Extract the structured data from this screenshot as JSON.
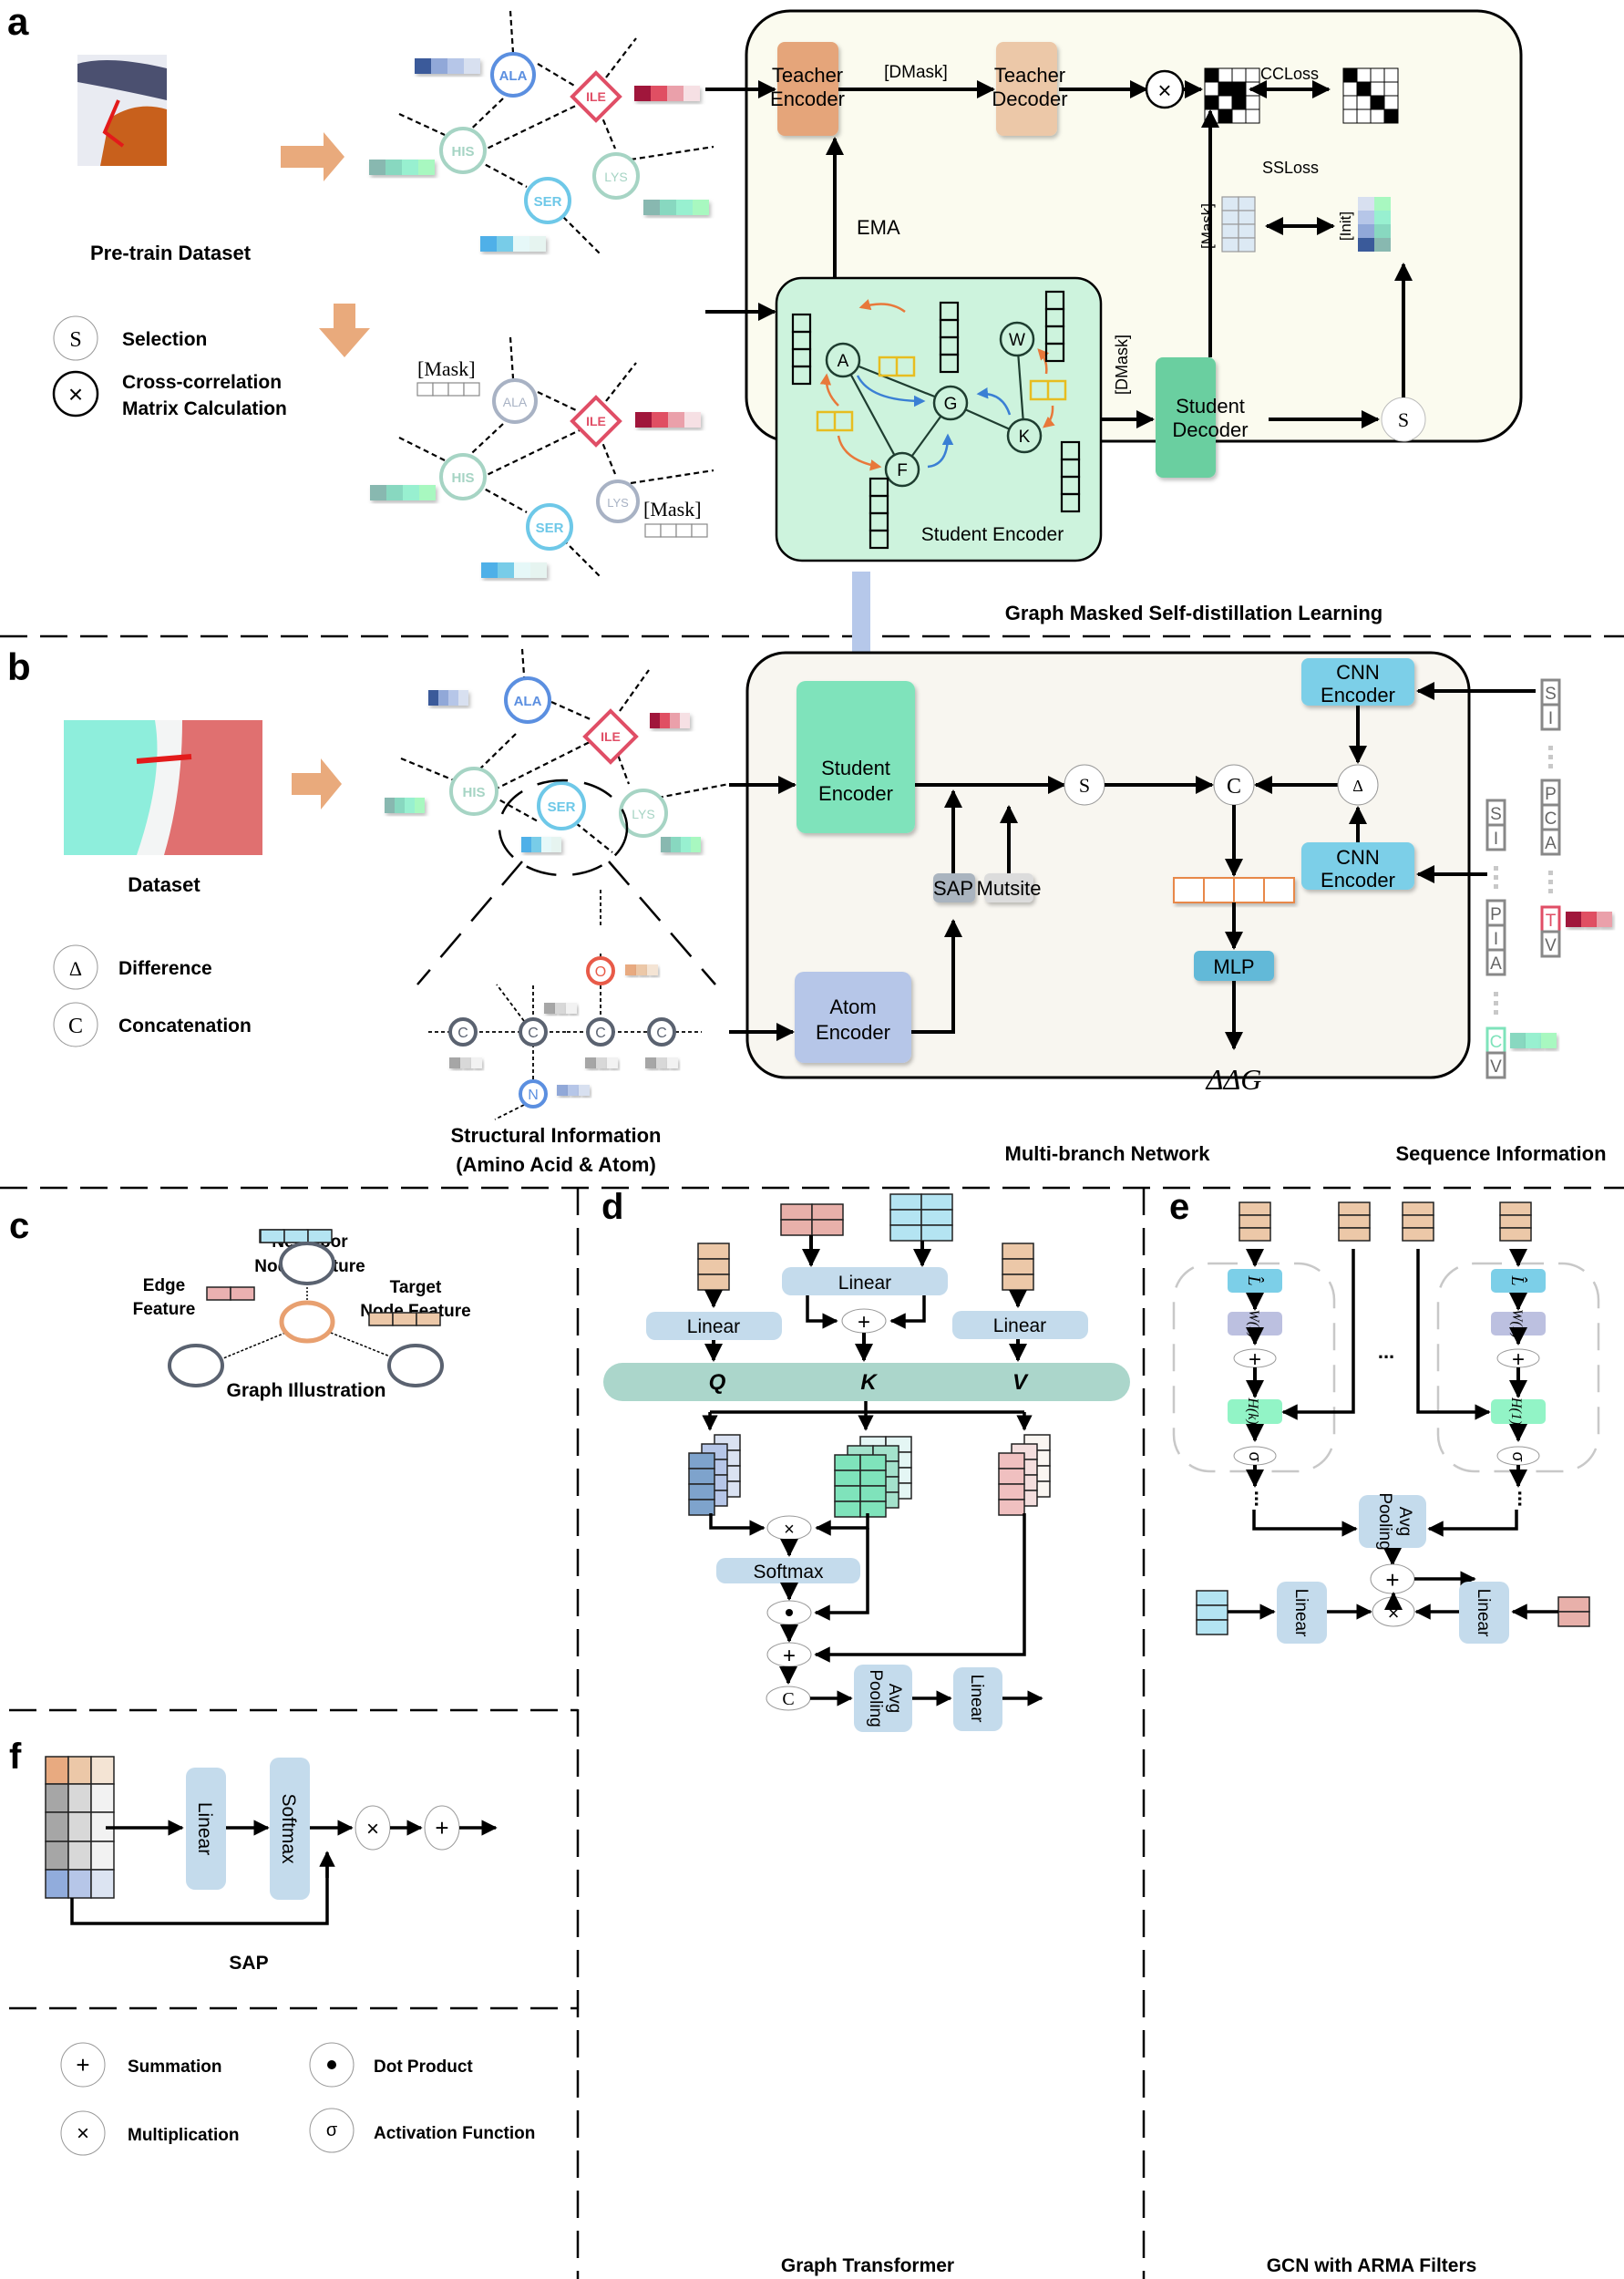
{
  "panels": {
    "a": {
      "letter": "a",
      "pretrain_label": "Pre-train Dataset",
      "legend": [
        {
          "symbol": "S",
          "label": "Selection"
        },
        {
          "symbol": "×",
          "label_line1": "Cross-correlation",
          "label_line2": "Matrix Calculation"
        }
      ],
      "graph_top": {
        "nodes": [
          "ALA",
          "ILE",
          "HIS",
          "LYS",
          "SER"
        ]
      },
      "graph_masked": {
        "nodes": [
          "ALA",
          "ILE",
          "HIS",
          "LYS",
          "SER"
        ],
        "mask_label": "[Mask]"
      },
      "teacher_encoder": "Teacher\nEncoder",
      "teacher_encoder_l1": "Teacher",
      "teacher_encoder_l2": "Encoder",
      "teacher_decoder_l1": "Teacher",
      "teacher_decoder_l2": "Decoder",
      "dmask": "[DMask]",
      "ema": "EMA",
      "ccloss": "CCLoss",
      "ssloss": "SSLoss",
      "mask_vertical": "[Mask]",
      "init_vertical": "[Init]",
      "student_encoder": "Student Encoder",
      "student_decoder_l1": "Student",
      "student_decoder_l2": "Decoder",
      "graph_nodes": [
        "A",
        "G",
        "F",
        "K",
        "W"
      ],
      "selection_symbol": "S",
      "cross_symbol": "×",
      "caption": "Graph Masked Self-distillation Learning"
    },
    "b": {
      "letter": "b",
      "dataset_label": "Dataset",
      "legend": [
        {
          "symbol": "Δ",
          "label": "Difference"
        },
        {
          "symbol": "C",
          "label": "Concatenation"
        }
      ],
      "graph_nodes": [
        "ALA",
        "ILE",
        "HIS",
        "LYS",
        "SER"
      ],
      "atoms": [
        "O",
        "C",
        "C",
        "C",
        "C",
        "N"
      ],
      "structural_caption_l1": "Structural Information",
      "structural_caption_l2": "(Amino Acid & Atom)",
      "student_encoder_l1": "Student",
      "student_encoder_l2": "Encoder",
      "atom_encoder_l1": "Atom",
      "atom_encoder_l2": "Encoder",
      "sap": "SAP",
      "mutsite": "Mutsite",
      "cnn_l1": "CNN",
      "cnn_l2": "Encoder",
      "mlp": "MLP",
      "output": "ΔΔG",
      "sym_s": "S",
      "sym_c": "C",
      "sym_delta": "Δ",
      "caption_network": "Multi-branch Network",
      "caption_sequence": "Sequence Information",
      "seq_wild": [
        "S",
        "I",
        "P",
        "C",
        "A",
        "T",
        "V"
      ],
      "seq_mut": [
        "S",
        "I",
        "P",
        "I",
        "A",
        "C",
        "V"
      ]
    },
    "c": {
      "letter": "c",
      "neighbor_l1": "Neighbor",
      "neighbor_l2": "Node Feature",
      "edge_l1": "Edge",
      "edge_l2": "Feature",
      "target_l1": "Target",
      "target_l2": "Node Feature",
      "caption": "Graph Illustration"
    },
    "d": {
      "letter": "d",
      "linear": "Linear",
      "q": "Q",
      "k": "K",
      "v": "V",
      "softmax": "Softmax",
      "avg_pool_l1": "Avg",
      "avg_pool_l2": "Pooling",
      "sym_mul": "×",
      "sym_dot": "•",
      "sym_sum": "+",
      "sym_c": "C",
      "caption": "Graph Transformer"
    },
    "e": {
      "letter": "e",
      "l_hat": "L̂",
      "w_k": "W(k)",
      "w_1": "W(1)",
      "h_k": "H(k)",
      "h_1": "H(1)",
      "sigma": "σ",
      "ellipsis": "...",
      "avg_pool_l1": "Avg",
      "avg_pool_l2": "Pooling",
      "linear": "Linear",
      "sym_sum": "+",
      "sym_mul": "×",
      "caption": "GCN with ARMA Filters"
    },
    "f": {
      "letter": "f",
      "linear": "Linear",
      "softmax": "Softmax",
      "sym_mul": "×",
      "sym_sum": "+",
      "caption": "SAP"
    },
    "legend_bottom": [
      {
        "symbol": "+",
        "label": "Summation"
      },
      {
        "symbol": "•",
        "label": "Dot Product"
      },
      {
        "symbol": "×",
        "label": "Multiplication"
      },
      {
        "symbol": "σ",
        "label": "Activation Function"
      }
    ]
  },
  "colors": {
    "teacher_encoder": "#e5a57a",
    "teacher_decoder": "#ecc8a8",
    "student_encoder_bg": "#cdf3dd",
    "student_decoder": "#6acfa0",
    "panel_bg_a": "#fbfbef",
    "panel_bg_b": "#f8f6f0",
    "student_encoder_b": "#7fe3bb",
    "atom_encoder": "#b6c6e8",
    "cnn": "#7ccfe8",
    "mlp": "#62b9d8",
    "sap": "#aab4bf",
    "mutsite": "#dcdcdc",
    "linear_box": "#c4dbec",
    "qkv_bar": "#abd6cb",
    "arrow_peach": "#e9aa7c",
    "arrow_blue": "#b6c8ea",
    "ala": "#5b8fe0",
    "ile": "#e04e66",
    "his": "#9fd0c6",
    "ser": "#6ec8e8",
    "lys": "#9fd0c6"
  }
}
